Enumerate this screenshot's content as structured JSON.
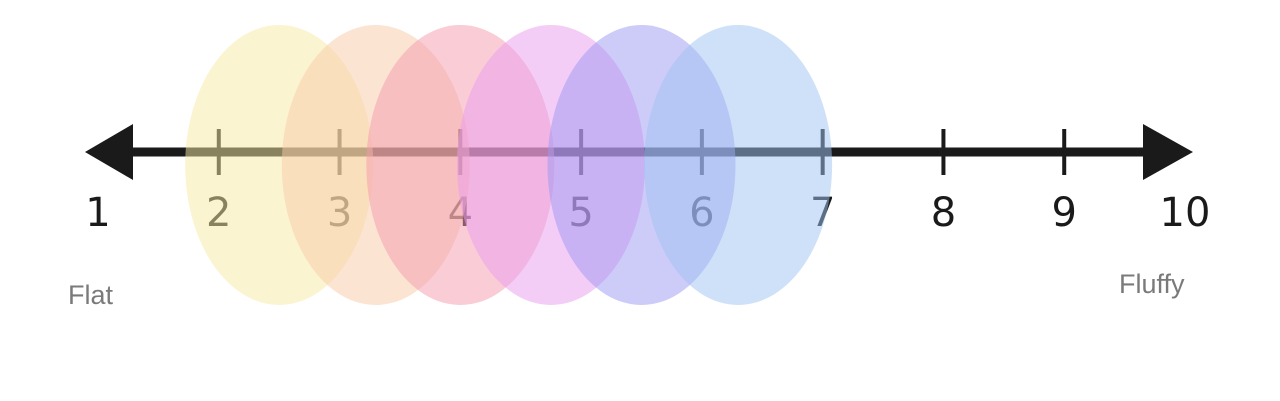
{
  "scale": {
    "min": 1,
    "max": 10,
    "tick_labels": [
      "1",
      "2",
      "3",
      "4",
      "5",
      "6",
      "7",
      "8",
      "9",
      "10"
    ],
    "left_label": "Flat",
    "right_label": "Fluffy",
    "line_color": "#1a1a1a",
    "end_label_color": "#7a7a7a"
  },
  "regions": [
    {
      "center": 2.5,
      "color": "#f7e9a3",
      "shape": "ellipse"
    },
    {
      "center": 3.3,
      "color": "#f9caa7",
      "shape": "ellipse"
    },
    {
      "center": 4.0,
      "color": "#f39aad",
      "shape": "ellipse"
    },
    {
      "center": 4.75,
      "color": "#e99cf0",
      "shape": "ellipse"
    },
    {
      "center": 5.5,
      "color": "#9c97f2",
      "shape": "ellipse"
    },
    {
      "center": 6.3,
      "color": "#9fc3f2",
      "shape": "ellipse"
    }
  ]
}
